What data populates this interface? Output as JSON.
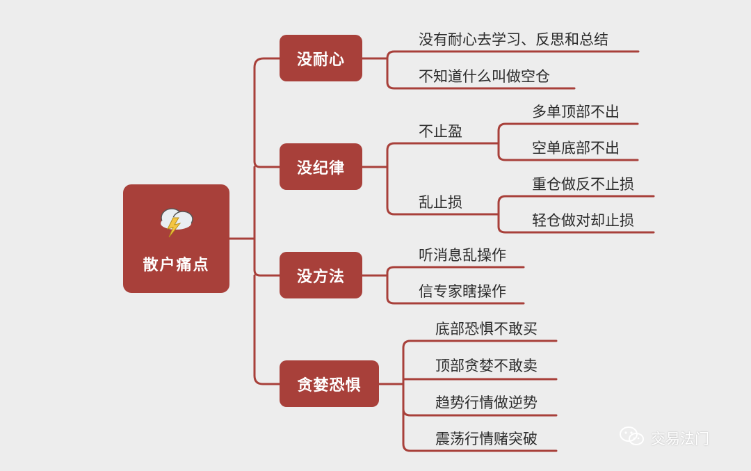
{
  "root": {
    "label": "散户痛点",
    "icon": "storm-cloud-icon"
  },
  "branches": [
    {
      "label": "没耐心",
      "children": [
        "没有耐心去学习、反思和总结",
        "不知道什么叫做空仓"
      ]
    },
    {
      "label": "没纪律",
      "children": [
        {
          "label": "不止盈",
          "children": [
            "多单顶部不出",
            "空单底部不出"
          ]
        },
        {
          "label": "乱止损",
          "children": [
            "重仓做反不止损",
            "轻仓做对却止损"
          ]
        }
      ]
    },
    {
      "label": "没方法",
      "children": [
        "听消息乱操作",
        "信专家瞎操作"
      ]
    },
    {
      "label": "贪婪恐惧",
      "children": [
        "底部恐惧不敢买",
        "顶部贪婪不敢卖",
        "趋势行情做逆势",
        "震荡行情赌突破"
      ]
    }
  ],
  "watermark": {
    "text": "交易法门",
    "icon": "wechat-icon"
  },
  "colors": {
    "node": "#a8403a",
    "line": "#a8403a",
    "background": "#ededed",
    "text": "#2b2b2b"
  }
}
